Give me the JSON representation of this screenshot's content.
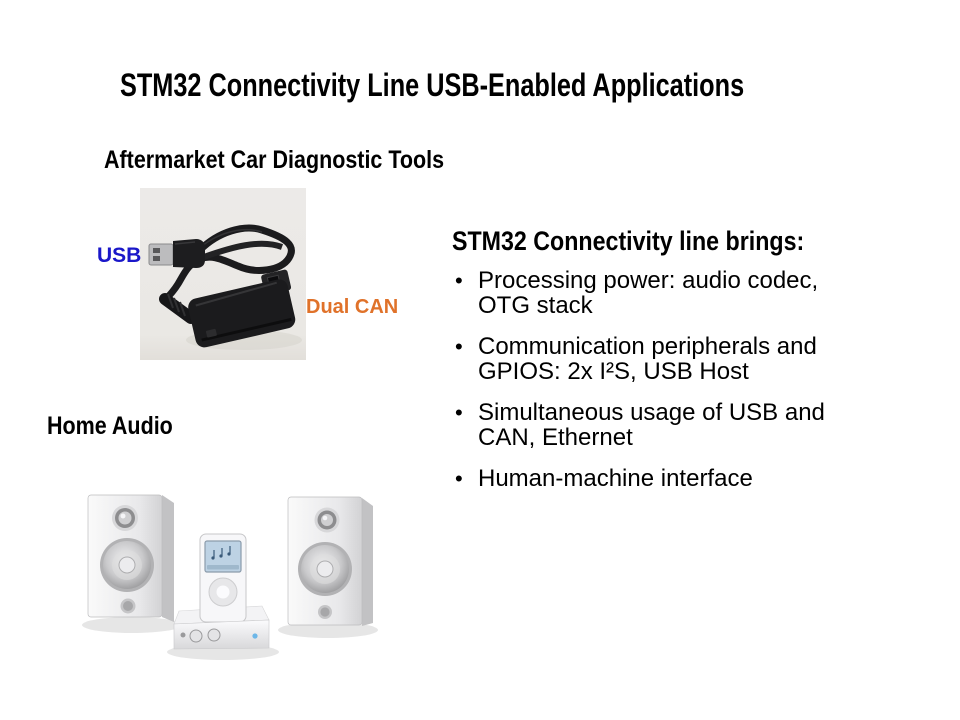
{
  "slide": {
    "title": "STM32 Connectivity Line USB-Enabled Applications",
    "background_color": "#ffffff",
    "text_color": "#000000",
    "diagnostics": {
      "heading": "Aftermarket Car Diagnostic Tools",
      "photo": "usb-to-obd-dual-can-cable",
      "usb_label": "USB",
      "usb_label_color": "#1a17c9",
      "dual_can_label": "Dual CAN",
      "dual_can_label_color": "#e0722a"
    },
    "home_audio": {
      "heading": "Home Audio",
      "photo": "speakers-with-ipod-dock"
    },
    "features": {
      "heading": "STM32 Connectivity line brings:",
      "bullets": [
        "Processing power: audio codec, OTG stack",
        "Communication peripherals and GPIOS: 2x I²S, USB Host",
        "Simultaneous usage of USB and CAN, Ethernet",
        "Human-machine interface"
      ]
    }
  }
}
